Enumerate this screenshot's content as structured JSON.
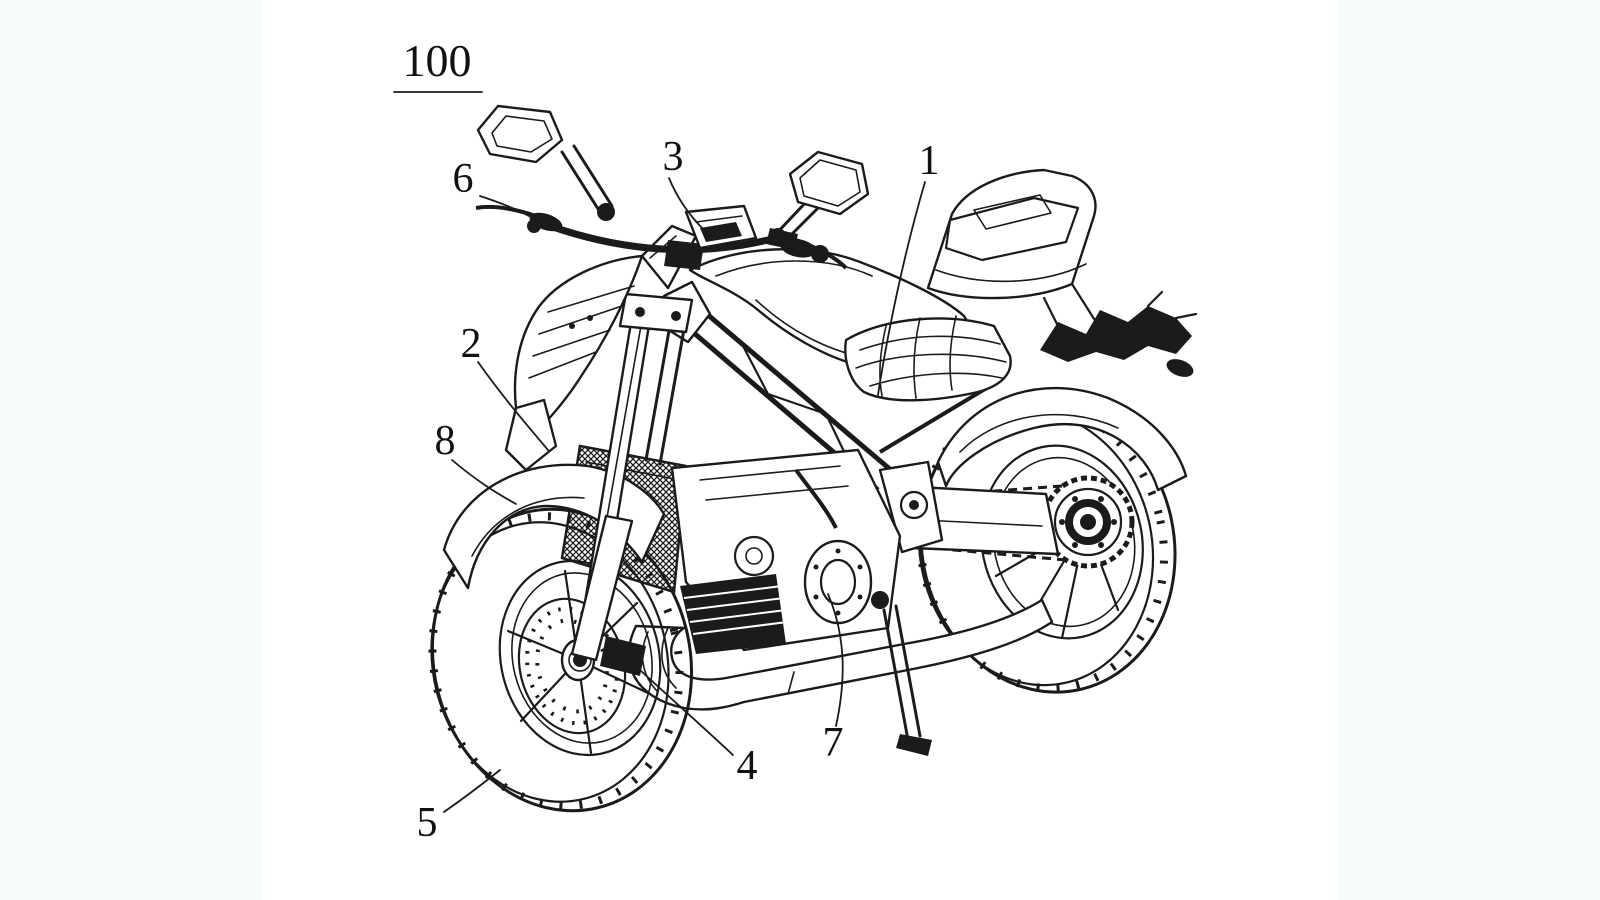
{
  "figure": {
    "reference_label": "100",
    "style": "black-and-white patent line drawing",
    "subject": "motorcycle, front-left three-quarter perspective view"
  },
  "colors": {
    "ink": "#1b1b1b",
    "paper": "#ffffff",
    "margin_band": "#f5fafa"
  },
  "callouts": [
    {
      "text": "100",
      "underlined": true,
      "points_to": "entire motorcycle assembly"
    },
    {
      "text": "1",
      "underlined": false,
      "points_to": "seat and frame area behind fuel tank"
    },
    {
      "text": "2",
      "underlined": false,
      "points_to": "lower front cowl / radiator area"
    },
    {
      "text": "3",
      "underlined": false,
      "points_to": "instrument cluster at handlebar center"
    },
    {
      "text": "4",
      "underlined": false,
      "points_to": "front brake caliper at wheel axle"
    },
    {
      "text": "5",
      "underlined": false,
      "points_to": "front tire"
    },
    {
      "text": "6",
      "underlined": false,
      "points_to": "left handlebar lever"
    },
    {
      "text": "7",
      "underlined": false,
      "points_to": "engine clutch area"
    },
    {
      "text": "8",
      "underlined": false,
      "points_to": "front fender"
    }
  ]
}
